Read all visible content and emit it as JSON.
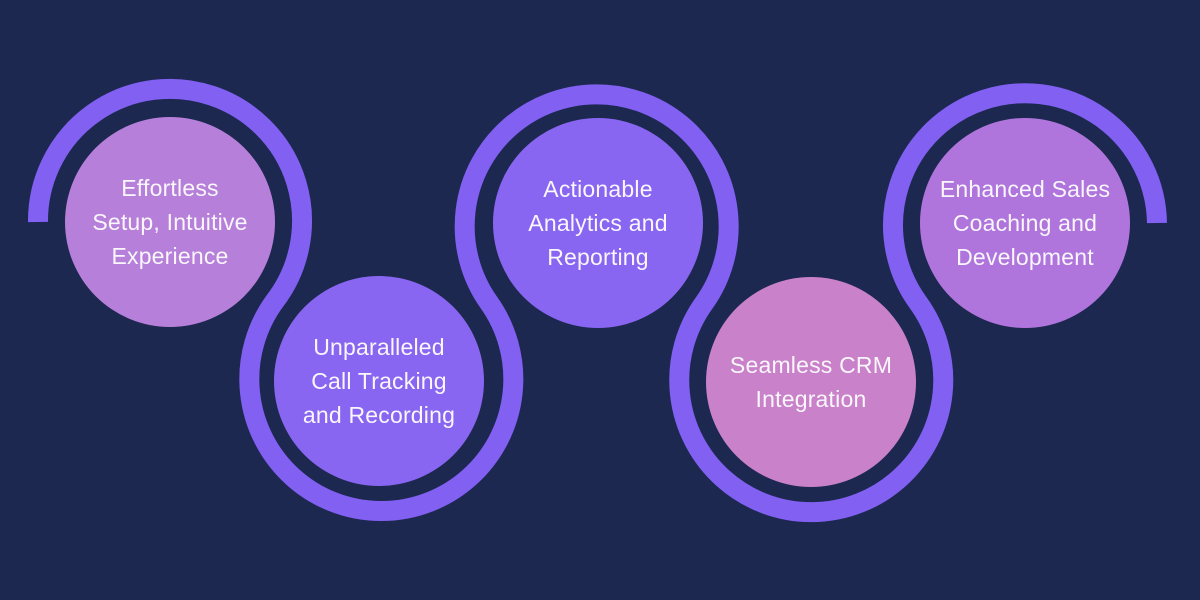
{
  "colors": {
    "background": "#1c2850",
    "ribbon": "#8160f2",
    "text": "#f9f6fc"
  },
  "diagram": {
    "type": "serpentine-process-infographic",
    "step_count": 5,
    "steps": [
      {
        "label": "Effortless Setup, Intuitive Experience",
        "lines": [
          "Effortless",
          "Setup, Intuitive",
          "Experience"
        ],
        "fill": "#b67fd9",
        "position": "top"
      },
      {
        "label": "Unparalleled Call Tracking and Recording",
        "lines": [
          "Unparalleled",
          "Call Tracking",
          "and Recording"
        ],
        "fill": "#8966f1",
        "position": "bottom"
      },
      {
        "label": "Actionable Analytics and Reporting",
        "lines": [
          "Actionable",
          "Analytics and",
          "Reporting"
        ],
        "fill": "#8966f1",
        "position": "top"
      },
      {
        "label": "Seamless CRM Integration",
        "lines": [
          "Seamless CRM",
          "Integration"
        ],
        "fill": "#c981c9",
        "position": "bottom"
      },
      {
        "label": "Enhanced Sales Coaching and Development",
        "lines": [
          "Enhanced Sales",
          "Coaching and",
          "Development"
        ],
        "fill": "#af75dc",
        "position": "top"
      }
    ]
  }
}
